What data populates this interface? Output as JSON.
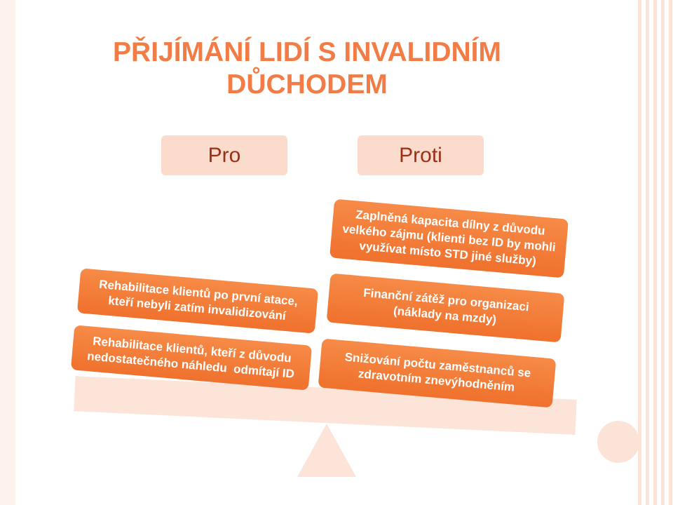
{
  "title_lines": [
    "PŘIJÍMÁNÍ LIDÍ S INVALIDNÍM",
    "DŮCHODEM"
  ],
  "headers": {
    "pro": "Pro",
    "proti": "Proti"
  },
  "pro_items": [
    {
      "lines": [
        "Rehabilitace klientů po první atace,",
        "kteří nebyli zatím invalidizování"
      ]
    },
    {
      "lines": [
        "Rehabilitace klientů, kteří z důvodu",
        "nedostatečného náhledu  odmítají ID"
      ]
    }
  ],
  "proti_items": [
    {
      "lines": [
        "Zaplněná kapacita dílny z důvodu",
        "velkého zájmu (klienti bez ID by mohli",
        "využívat místo STD jiné služby)"
      ]
    },
    {
      "lines": [
        "Finanční zátěž pro organizaci",
        "(náklady na mzdy)"
      ]
    },
    {
      "lines": [
        "Snižování počtu zaměstnanců se",
        "zdravotním znevýhodněním"
      ]
    }
  ],
  "colors": {
    "title": "#F27C45",
    "argument_box_top": "#F68B47",
    "argument_box_bottom": "#EF712D",
    "argument_text": "#FFFFFF",
    "header_fill": "#FADBCC",
    "header_text": "#9C2F15",
    "scale_fill": "#FCE4D9",
    "decoration": "#FBE3D8"
  }
}
